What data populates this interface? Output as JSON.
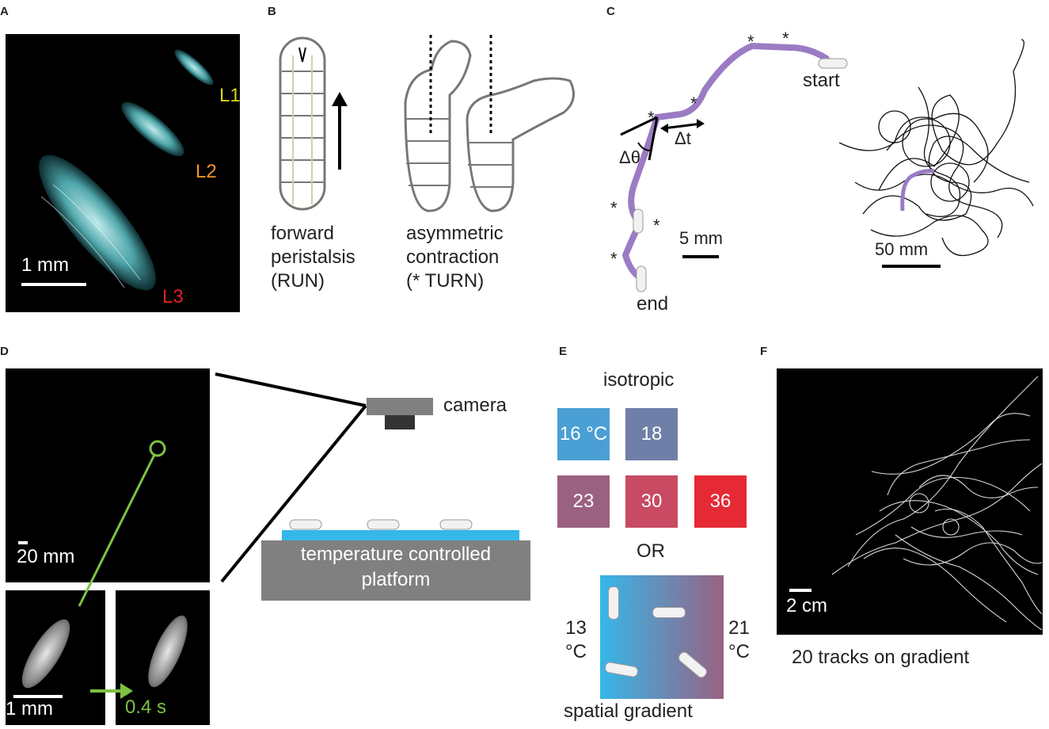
{
  "panels": {
    "a": {
      "label": "A",
      "stages": [
        {
          "name": "L1",
          "color": "#d9d21a"
        },
        {
          "name": "L2",
          "color": "#f0932b"
        },
        {
          "name": "L3",
          "color": "#e02020"
        }
      ],
      "scale": "1 mm"
    },
    "b": {
      "label": "B",
      "run_caption": [
        "forward",
        "peristalsis",
        "(RUN)"
      ],
      "turn_caption": [
        "asymmetric",
        "contraction",
        "(* TURN)"
      ]
    },
    "c": {
      "label": "C",
      "start": "start",
      "end": "end",
      "delta_theta": "Δθ",
      "delta_t": "Δt",
      "scale_small": "5 mm",
      "scale_large": "50 mm",
      "turn_marker": "*",
      "track_color": "#9b7bc4"
    },
    "d": {
      "label": "D",
      "scale_arena": "20 mm",
      "scale_zoom": "1 mm",
      "time_step": "0.4 s",
      "camera": "camera",
      "platform": [
        "temperature controlled",
        "platform"
      ],
      "accent": "#7dc242"
    },
    "e": {
      "label": "E",
      "isotropic": "isotropic",
      "tiles": [
        {
          "value": "16 °C",
          "color": "#4a9fd4"
        },
        {
          "value": "18",
          "color": "#6f7fa8"
        },
        {
          "value": "23",
          "color": "#9a6181"
        },
        {
          "value": "30",
          "color": "#c84a63"
        },
        {
          "value": "36",
          "color": "#e52a36"
        }
      ],
      "or": "OR",
      "left_temp": [
        "13",
        "°C"
      ],
      "right_temp": [
        "21",
        "°C"
      ],
      "gradient_caption": "spatial gradient",
      "gradient_colors": [
        "#35b7ea",
        "#9a6181"
      ]
    },
    "f": {
      "label": "F",
      "scale": "2 cm",
      "caption": "20 tracks on gradient"
    }
  }
}
